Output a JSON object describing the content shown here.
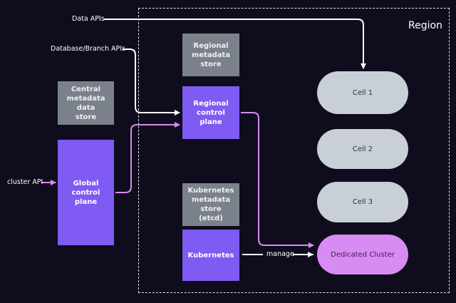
{
  "region": {
    "title": "Region"
  },
  "nodes": {
    "central_metadata": "Central\nmetadata data\nstore",
    "global_control_plane": "Global control\nplane",
    "regional_metadata": "Regional\nmetadata\nstore",
    "regional_control_plane": "Regional\ncontrol\nplane",
    "k8s_metadata": "Kubernetes\nmetadata store\n(etcd)",
    "kubernetes": "Kubernetes",
    "cell1": "Cell 1",
    "cell2": "Cell 2",
    "cell3": "Cell 3",
    "dedicated_cluster": "Dedicated Cluster"
  },
  "labels": {
    "data_apis": "Data APIs",
    "database_branch_apis": "Database/Branch APIs",
    "cluster_api": "cluster API",
    "manage": "manage"
  },
  "colors": {
    "background": "#0f0c1d",
    "white_arrow": "#ffffff",
    "pink_arrow": "#d88bf2",
    "gray_box": "#7b818a",
    "purple_box": "#7f5bf3",
    "cell": "#c8cfd6",
    "dedicated": "#d88bf2"
  }
}
